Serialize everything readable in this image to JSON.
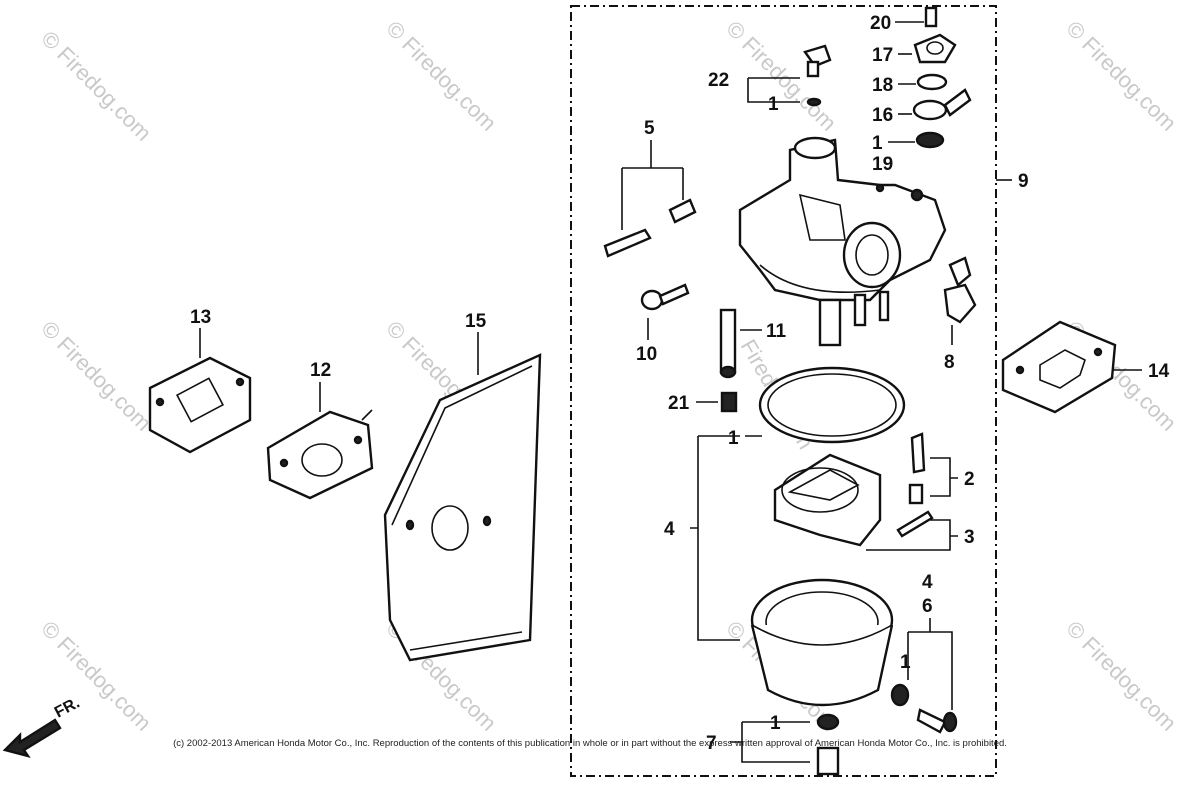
{
  "watermark": {
    "text": "© Firedog.com",
    "center_text": "Firedog.com"
  },
  "labels": {
    "p1": "1",
    "p2": "2",
    "p3": "3",
    "p4": "4",
    "p5": "5",
    "p6": "6",
    "p7": "7",
    "p8": "8",
    "p9": "9",
    "p10": "10",
    "p11": "11",
    "p12": "12",
    "p13": "13",
    "p14": "14",
    "p15": "15",
    "p16": "16",
    "p17": "17",
    "p18": "18",
    "p19": "19",
    "p20": "20",
    "p21": "21",
    "p22": "22"
  },
  "direction_marker": "FR.",
  "copyright": "(c) 2002-2013 American Honda Motor Co., Inc. Reproduction of the contents of this publication in whole or in part without the express written approval of American Honda Motor Co., Inc. is prohibited."
}
